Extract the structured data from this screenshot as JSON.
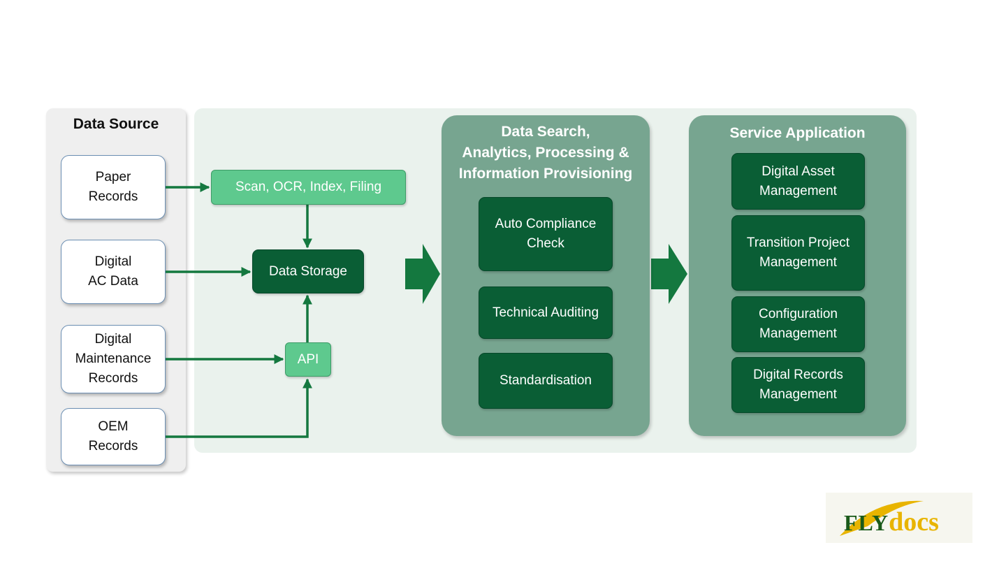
{
  "data_source": {
    "title": "Data Source",
    "items": [
      {
        "line1": "Paper",
        "line2": "Records"
      },
      {
        "line1": "Digital",
        "line2": "AC Data"
      },
      {
        "line1": "Digital",
        "line2": "Maintenance",
        "line3": "Records"
      },
      {
        "line1": "OEM",
        "line2": "Records"
      }
    ]
  },
  "process": {
    "scan": "Scan, OCR, Index, Filing",
    "storage": "Data Storage",
    "api": "API"
  },
  "search_column": {
    "title_line1": "Data Search,",
    "title_line2": "Analytics, Processing &",
    "title_line3": "Information Provisioning",
    "items": [
      {
        "line1": "Auto Compliance",
        "line2": "Check"
      },
      {
        "line1": "Technical Auditing"
      },
      {
        "line1": "Standardisation"
      }
    ]
  },
  "service_column": {
    "title": "Service Application",
    "items": [
      {
        "line1": "Digital Asset",
        "line2": "Management"
      },
      {
        "line1": "Transition Project",
        "line2": "Management"
      },
      {
        "line1": "Configuration",
        "line2": "Management"
      },
      {
        "line1": "Digital Records",
        "line2": "Management"
      }
    ]
  },
  "logo": {
    "part1": "FLY",
    "part2": "docs"
  },
  "colors": {
    "dark_green": "#0a5e35",
    "light_green": "#5ec98e",
    "column_green": "#77a590",
    "arrow_green": "#14783f",
    "background_tint": "#eaf2ed"
  }
}
